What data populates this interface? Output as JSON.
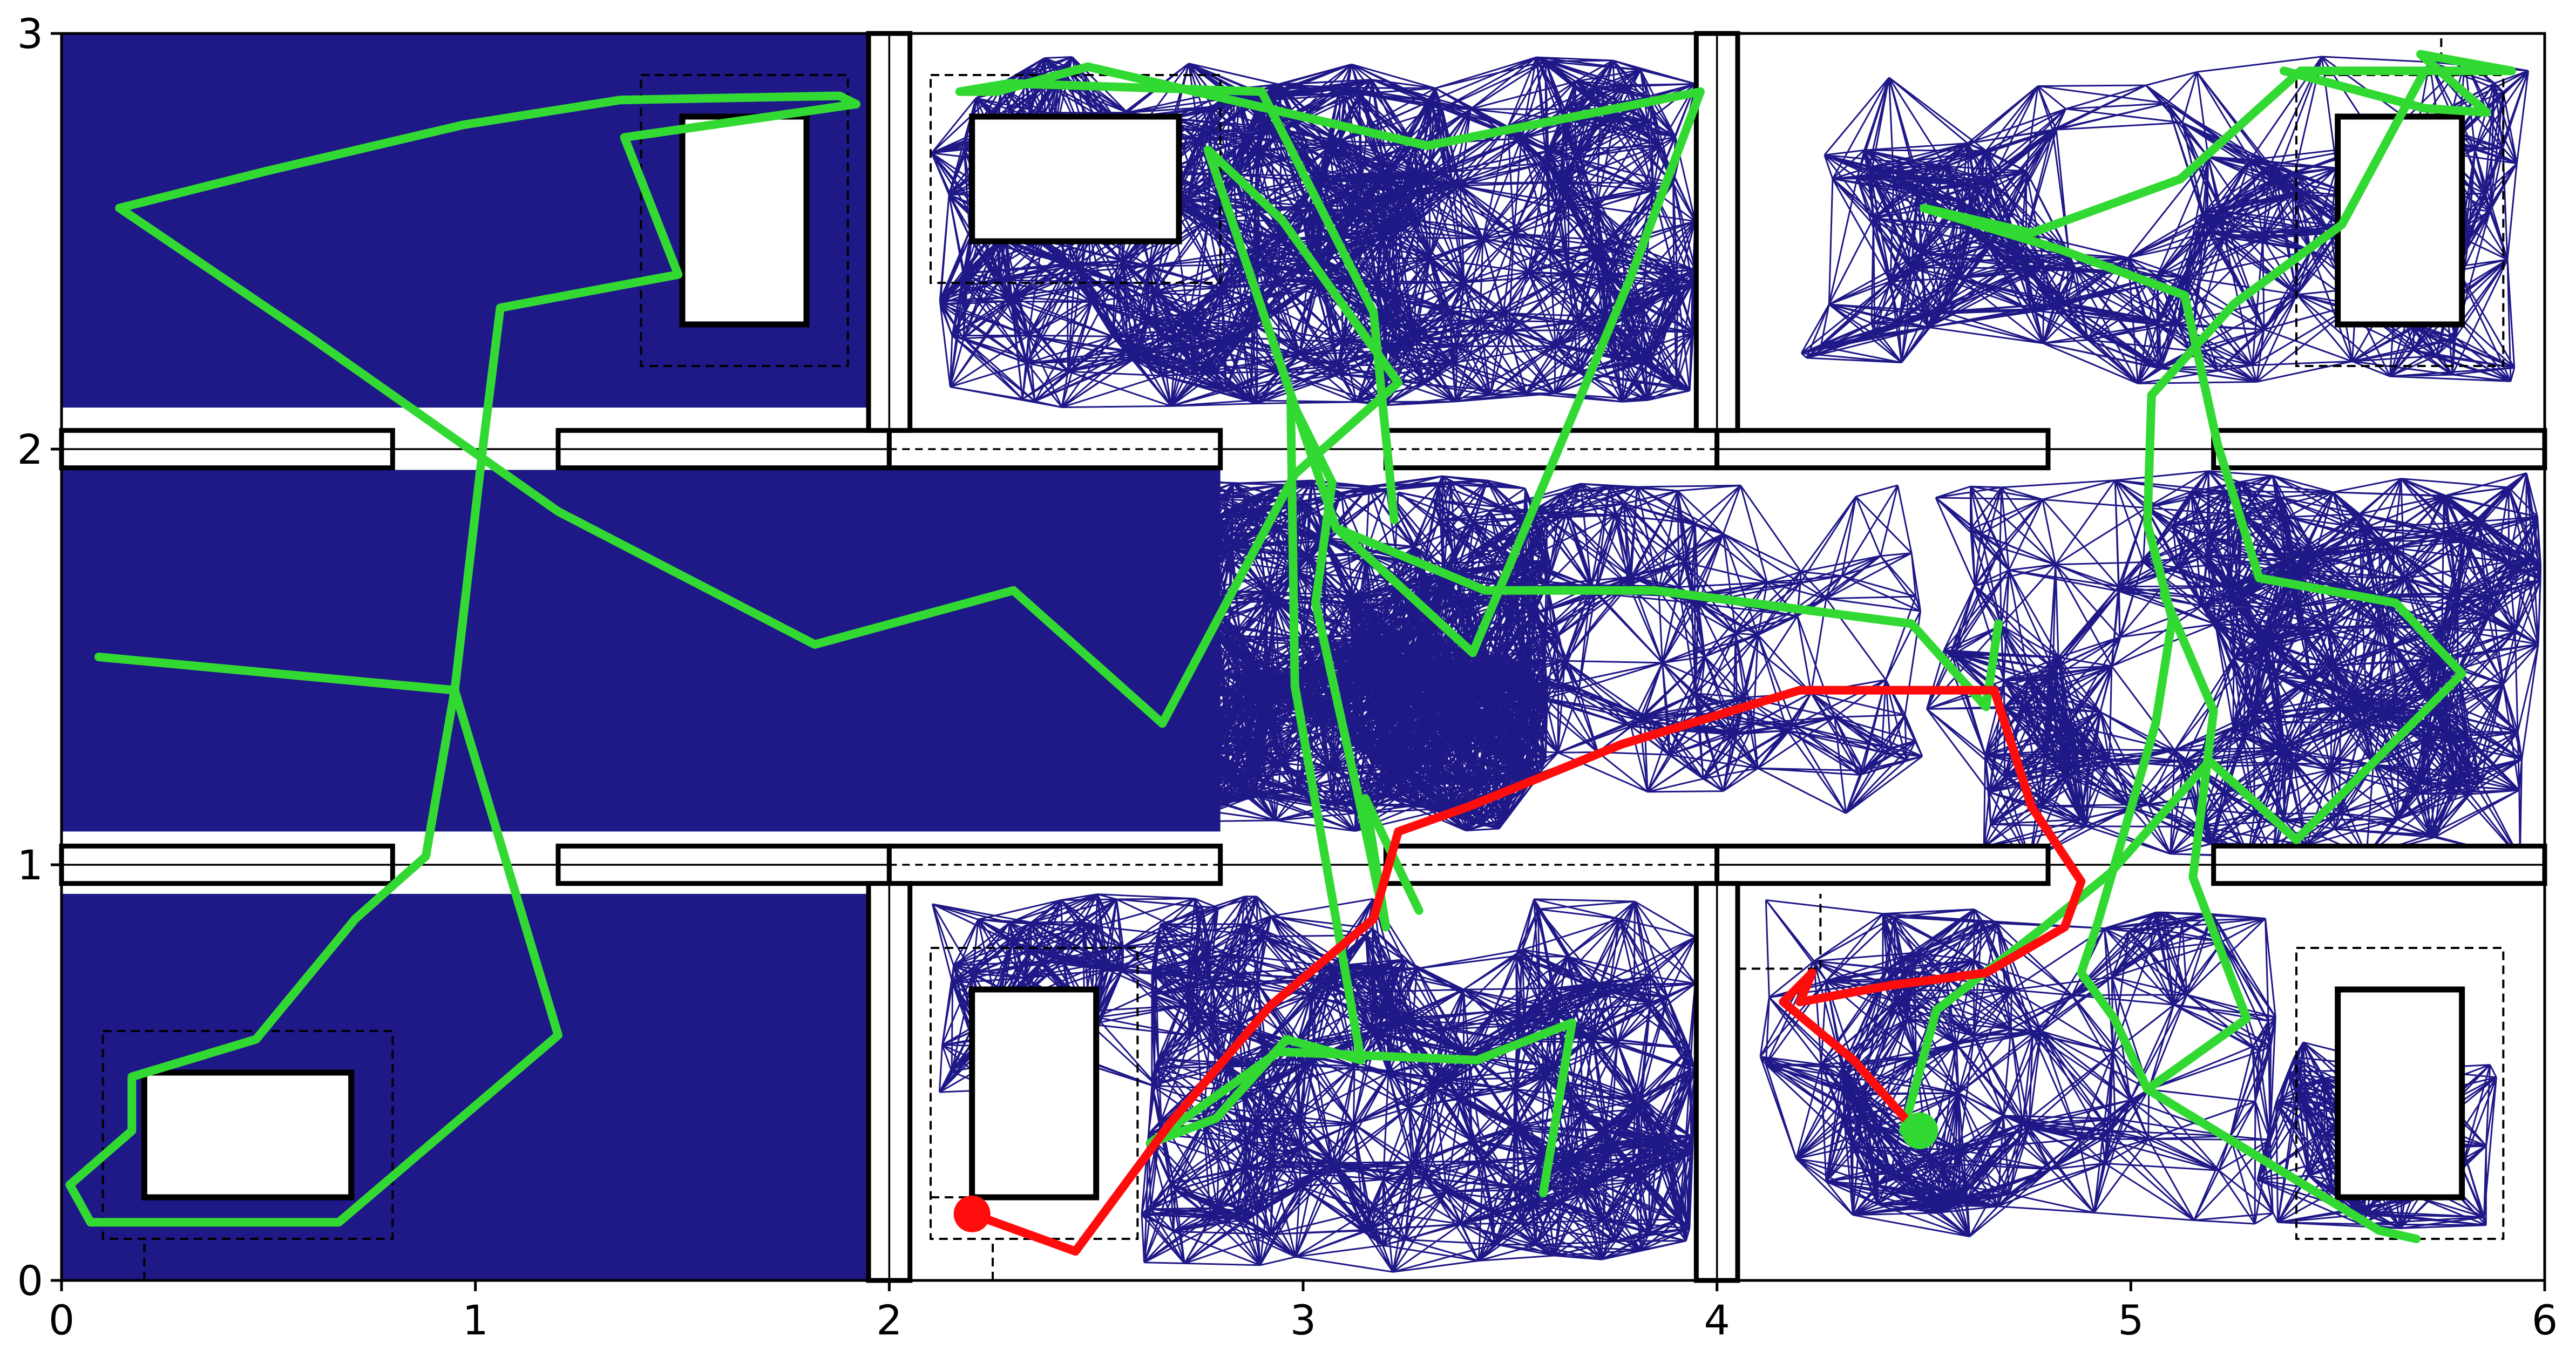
{
  "chart_data": {
    "type": "line",
    "title": "",
    "xlabel": "",
    "ylabel": "",
    "xlim": [
      0,
      6
    ],
    "ylim": [
      0,
      3
    ],
    "grid": false,
    "x_ticks": [
      0,
      1,
      2,
      3,
      4,
      5,
      6
    ],
    "y_ticks": [
      0,
      1,
      2,
      3
    ],
    "x_tick_labels": [
      "0",
      "1",
      "2",
      "3",
      "4",
      "5",
      "6"
    ],
    "y_tick_labels": [
      "0",
      "1",
      "2",
      "3"
    ],
    "colors": {
      "roadmap": "#1f1887",
      "tree_path": "#33d933",
      "solution_path": "#ff0d0d",
      "walls": "#000000",
      "region_outlines": "#000000"
    },
    "obstacles": [
      [
        1.5,
        2.3,
        1.8,
        2.8
      ],
      [
        2.2,
        2.5,
        2.7,
        2.8
      ],
      [
        5.5,
        2.3,
        5.8,
        2.8
      ],
      [
        0.2,
        0.2,
        0.7,
        0.5
      ],
      [
        2.2,
        0.2,
        2.5,
        0.7
      ],
      [
        5.5,
        0.2,
        5.8,
        0.7
      ]
    ],
    "dashed_regions": [
      [
        1.4,
        2.2,
        1.9,
        2.9
      ],
      [
        2.1,
        2.4,
        2.8,
        2.9
      ],
      [
        5.4,
        2.2,
        5.9,
        2.9
      ],
      [
        0.1,
        0.1,
        0.8,
        0.6
      ],
      [
        2.1,
        0.1,
        2.6,
        0.8
      ],
      [
        5.4,
        0.1,
        5.9,
        0.8
      ]
    ],
    "series": [
      {
        "color": "#33d933",
        "segments": [
          [
            [
              0.09,
              1.5
            ],
            [
              0.95,
              1.42
            ],
            [
              1.02,
              2.02
            ],
            [
              1.06,
              2.34
            ],
            [
              1.49,
              2.42
            ],
            [
              1.36,
              2.75
            ],
            [
              1.92,
              2.83
            ],
            [
              1.88,
              2.85
            ],
            [
              1.35,
              2.84
            ],
            [
              0.97,
              2.78
            ],
            [
              0.5,
              2.67
            ],
            [
              0.14,
              2.58
            ]
          ],
          [
            [
              0.14,
              2.58
            ],
            [
              0.6,
              2.27
            ],
            [
              1.2,
              1.85
            ],
            [
              1.82,
              1.53
            ],
            [
              2.3,
              1.66
            ],
            [
              2.66,
              1.34
            ],
            [
              2.98,
              1.94
            ],
            [
              3.23,
              2.16
            ],
            [
              2.95,
              2.55
            ],
            [
              2.77,
              2.72
            ],
            [
              2.93,
              2.25
            ],
            [
              3.08,
              1.81
            ],
            [
              3.44,
              1.66
            ],
            [
              3.85,
              1.66
            ],
            [
              4.47,
              1.58
            ],
            [
              4.65,
              1.38
            ],
            [
              4.68,
              1.58
            ]
          ],
          [
            [
              3.08,
              1.81
            ],
            [
              3.41,
              1.51
            ],
            [
              3.79,
              2.41
            ],
            [
              3.96,
              2.86
            ],
            [
              3.3,
              2.73
            ],
            [
              2.48,
              2.92
            ],
            [
              2.26,
              2.86
            ],
            [
              2.17,
              2.86
            ],
            [
              2.29,
              2.88
            ],
            [
              2.9,
              2.86
            ],
            [
              3.17,
              2.33
            ],
            [
              3.22,
              1.83
            ]
          ],
          [
            [
              0.95,
              1.42
            ],
            [
              0.88,
              1.02
            ],
            [
              0.71,
              0.87
            ],
            [
              0.47,
              0.58
            ],
            [
              0.17,
              0.49
            ],
            [
              0.17,
              0.36
            ],
            [
              0.02,
              0.23
            ],
            [
              0.07,
              0.14
            ],
            [
              0.67,
              0.14
            ],
            [
              1.2,
              0.59
            ],
            [
              0.95,
              1.42
            ]
          ],
          [
            [
              3.28,
              0.89
            ],
            [
              3.15,
              1.16
            ],
            [
              3.2,
              0.85
            ],
            [
              3.13,
              1.18
            ],
            [
              3.03,
              1.63
            ],
            [
              3.07,
              1.92
            ],
            [
              2.97,
              2.12
            ],
            [
              2.98,
              1.43
            ],
            [
              3.12,
              0.64
            ],
            [
              3.14,
              0.53
            ],
            [
              2.96,
              0.58
            ],
            [
              2.79,
              0.39
            ],
            [
              2.63,
              0.33
            ],
            [
              2.94,
              0.55
            ],
            [
              3.42,
              0.53
            ],
            [
              3.65,
              0.62
            ],
            [
              3.58,
              0.21
            ]
          ],
          [
            [
              4.45,
              0.36
            ],
            [
              4.53,
              0.65
            ],
            [
              4.79,
              0.85
            ],
            [
              4.95,
              0.98
            ],
            [
              5.19,
              1.25
            ],
            [
              5.4,
              1.06
            ],
            [
              5.8,
              1.46
            ],
            [
              5.64,
              1.63
            ],
            [
              5.31,
              1.69
            ],
            [
              5.21,
              2.01
            ],
            [
              5.13,
              2.37
            ],
            [
              4.83,
              2.48
            ],
            [
              4.5,
              2.58
            ],
            [
              4.76,
              2.52
            ],
            [
              5.12,
              2.65
            ],
            [
              5.41,
              2.91
            ],
            [
              5.92,
              2.91
            ],
            [
              5.7,
              2.95
            ],
            [
              5.86,
              2.81
            ],
            [
              5.71,
              2.82
            ],
            [
              5.37,
              2.91
            ]
          ],
          [
            [
              5.71,
              2.91
            ],
            [
              5.51,
              2.54
            ],
            [
              5.25,
              2.35
            ],
            [
              5.05,
              2.13
            ],
            [
              5.04,
              1.82
            ],
            [
              5.1,
              1.59
            ],
            [
              5.06,
              1.34
            ],
            [
              4.92,
              0.86
            ],
            [
              4.88,
              0.74
            ],
            [
              4.96,
              0.63
            ],
            [
              5.04,
              0.46
            ],
            [
              5.6,
              0.12
            ],
            [
              5.69,
              0.1
            ]
          ],
          [
            [
              5.04,
              0.46
            ],
            [
              5.28,
              0.63
            ],
            [
              5.15,
              0.97
            ],
            [
              5.2,
              1.37
            ],
            [
              5.08,
              1.65
            ]
          ]
        ]
      },
      {
        "color": "#ff0d0d",
        "segments": [
          [
            [
              2.2,
              0.16
            ],
            [
              2.45,
              0.07
            ],
            [
              2.68,
              0.38
            ],
            [
              2.92,
              0.66
            ],
            [
              3.17,
              0.87
            ],
            [
              3.23,
              1.08
            ],
            [
              3.4,
              1.14
            ],
            [
              3.77,
              1.29
            ],
            [
              4.2,
              1.42
            ],
            [
              4.67,
              1.42
            ],
            [
              4.76,
              1.14
            ],
            [
              4.88,
              0.96
            ],
            [
              4.84,
              0.85
            ],
            [
              4.65,
              0.74
            ],
            [
              4.42,
              0.71
            ],
            [
              4.2,
              0.67
            ],
            [
              4.23,
              0.74
            ],
            [
              4.16,
              0.67
            ],
            [
              4.33,
              0.53
            ],
            [
              4.49,
              0.35
            ]
          ]
        ]
      }
    ],
    "start_point": [
      2.2,
      0.16
    ],
    "goal_point": [
      4.49,
      0.36
    ]
  }
}
